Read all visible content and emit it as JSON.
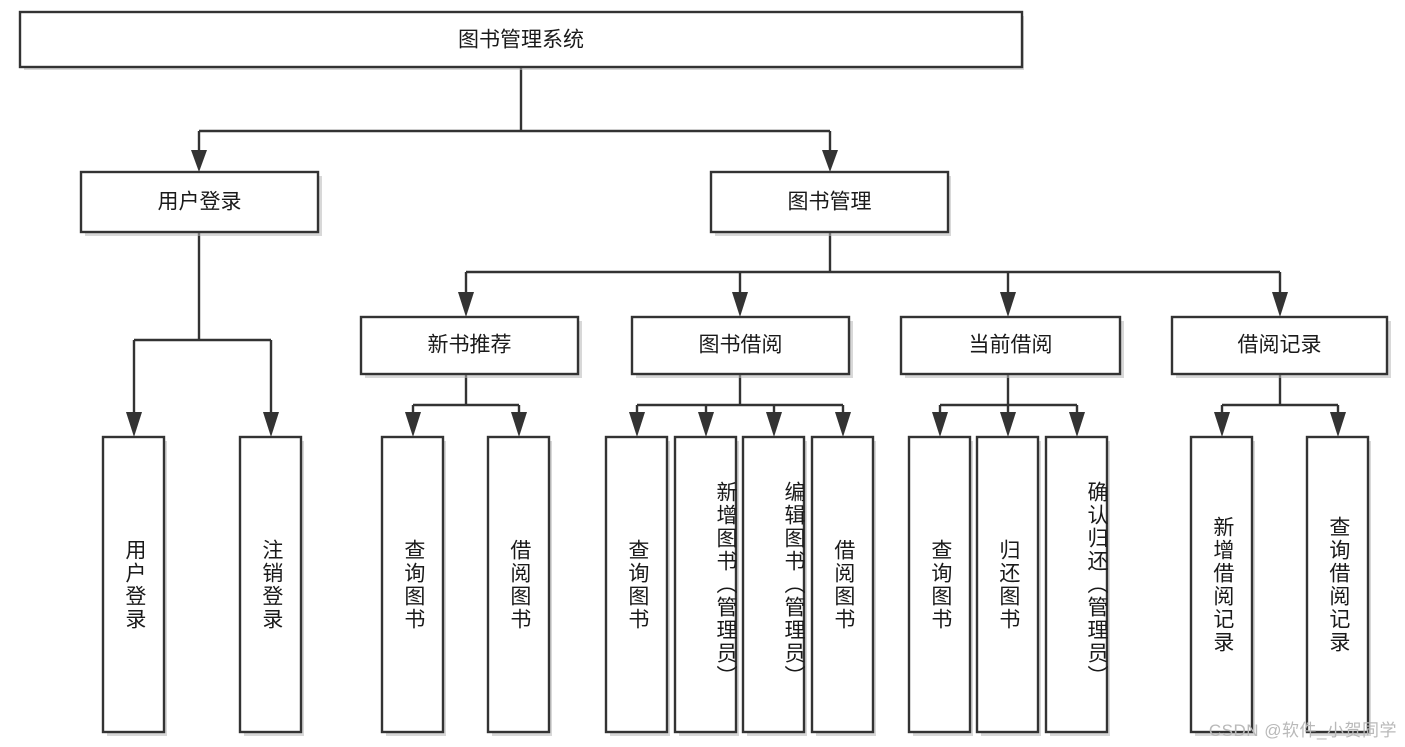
{
  "diagram": {
    "type": "tree-hierarchy",
    "title": "图书管理系统",
    "watermark": "CSDN @软件_小贺同学",
    "colors": {
      "stroke": "#333333",
      "fill": "#ffffff",
      "text": "#1a1a1a",
      "shadow": "#b8b8b8",
      "watermark": "#b9b9b9"
    },
    "nodes": {
      "root": {
        "label": "图书管理系统",
        "level": 0,
        "orientation": "horizontal"
      },
      "level1": [
        {
          "id": "user-login",
          "label": "用户登录",
          "orientation": "horizontal"
        },
        {
          "id": "book-management",
          "label": "图书管理",
          "orientation": "horizontal"
        }
      ],
      "level2": [
        {
          "id": "new-book-recommend",
          "label": "新书推荐",
          "orientation": "horizontal",
          "parent": "book-management"
        },
        {
          "id": "book-borrow",
          "label": "图书借阅",
          "orientation": "horizontal",
          "parent": "book-management"
        },
        {
          "id": "current-borrow",
          "label": "当前借阅",
          "orientation": "horizontal",
          "parent": "book-management"
        },
        {
          "id": "borrow-record",
          "label": "借阅记录",
          "orientation": "horizontal",
          "parent": "book-management"
        }
      ],
      "leaves": [
        {
          "id": "leaf-user-login",
          "label": "用户登录",
          "parent": "user-login",
          "orientation": "vertical"
        },
        {
          "id": "leaf-user-logout",
          "label": "注销登录",
          "parent": "user-login",
          "orientation": "vertical"
        },
        {
          "id": "leaf-query-book-1",
          "label": "查询图书",
          "parent": "new-book-recommend",
          "orientation": "vertical"
        },
        {
          "id": "leaf-borrow-book-1",
          "label": "借阅图书",
          "parent": "new-book-recommend",
          "orientation": "vertical"
        },
        {
          "id": "leaf-query-book-2",
          "label": "查询图书",
          "parent": "book-borrow",
          "orientation": "vertical"
        },
        {
          "id": "leaf-add-book",
          "label": "新增图书（管理员）",
          "parent": "book-borrow",
          "orientation": "vertical"
        },
        {
          "id": "leaf-edit-book",
          "label": "编辑图书（管理员）",
          "parent": "book-borrow",
          "orientation": "vertical"
        },
        {
          "id": "leaf-borrow-book-2",
          "label": "借阅图书",
          "parent": "book-borrow",
          "orientation": "vertical"
        },
        {
          "id": "leaf-query-book-3",
          "label": "查询图书",
          "parent": "current-borrow",
          "orientation": "vertical"
        },
        {
          "id": "leaf-return-book",
          "label": "归还图书",
          "parent": "current-borrow",
          "orientation": "vertical"
        },
        {
          "id": "leaf-confirm-return",
          "label": "确认归还（管理员）",
          "parent": "current-borrow",
          "orientation": "vertical"
        },
        {
          "id": "leaf-add-record",
          "label": "新增借阅记录",
          "parent": "borrow-record",
          "orientation": "vertical"
        },
        {
          "id": "leaf-query-record",
          "label": "查询借阅记录",
          "parent": "borrow-record",
          "orientation": "vertical"
        }
      ]
    }
  }
}
